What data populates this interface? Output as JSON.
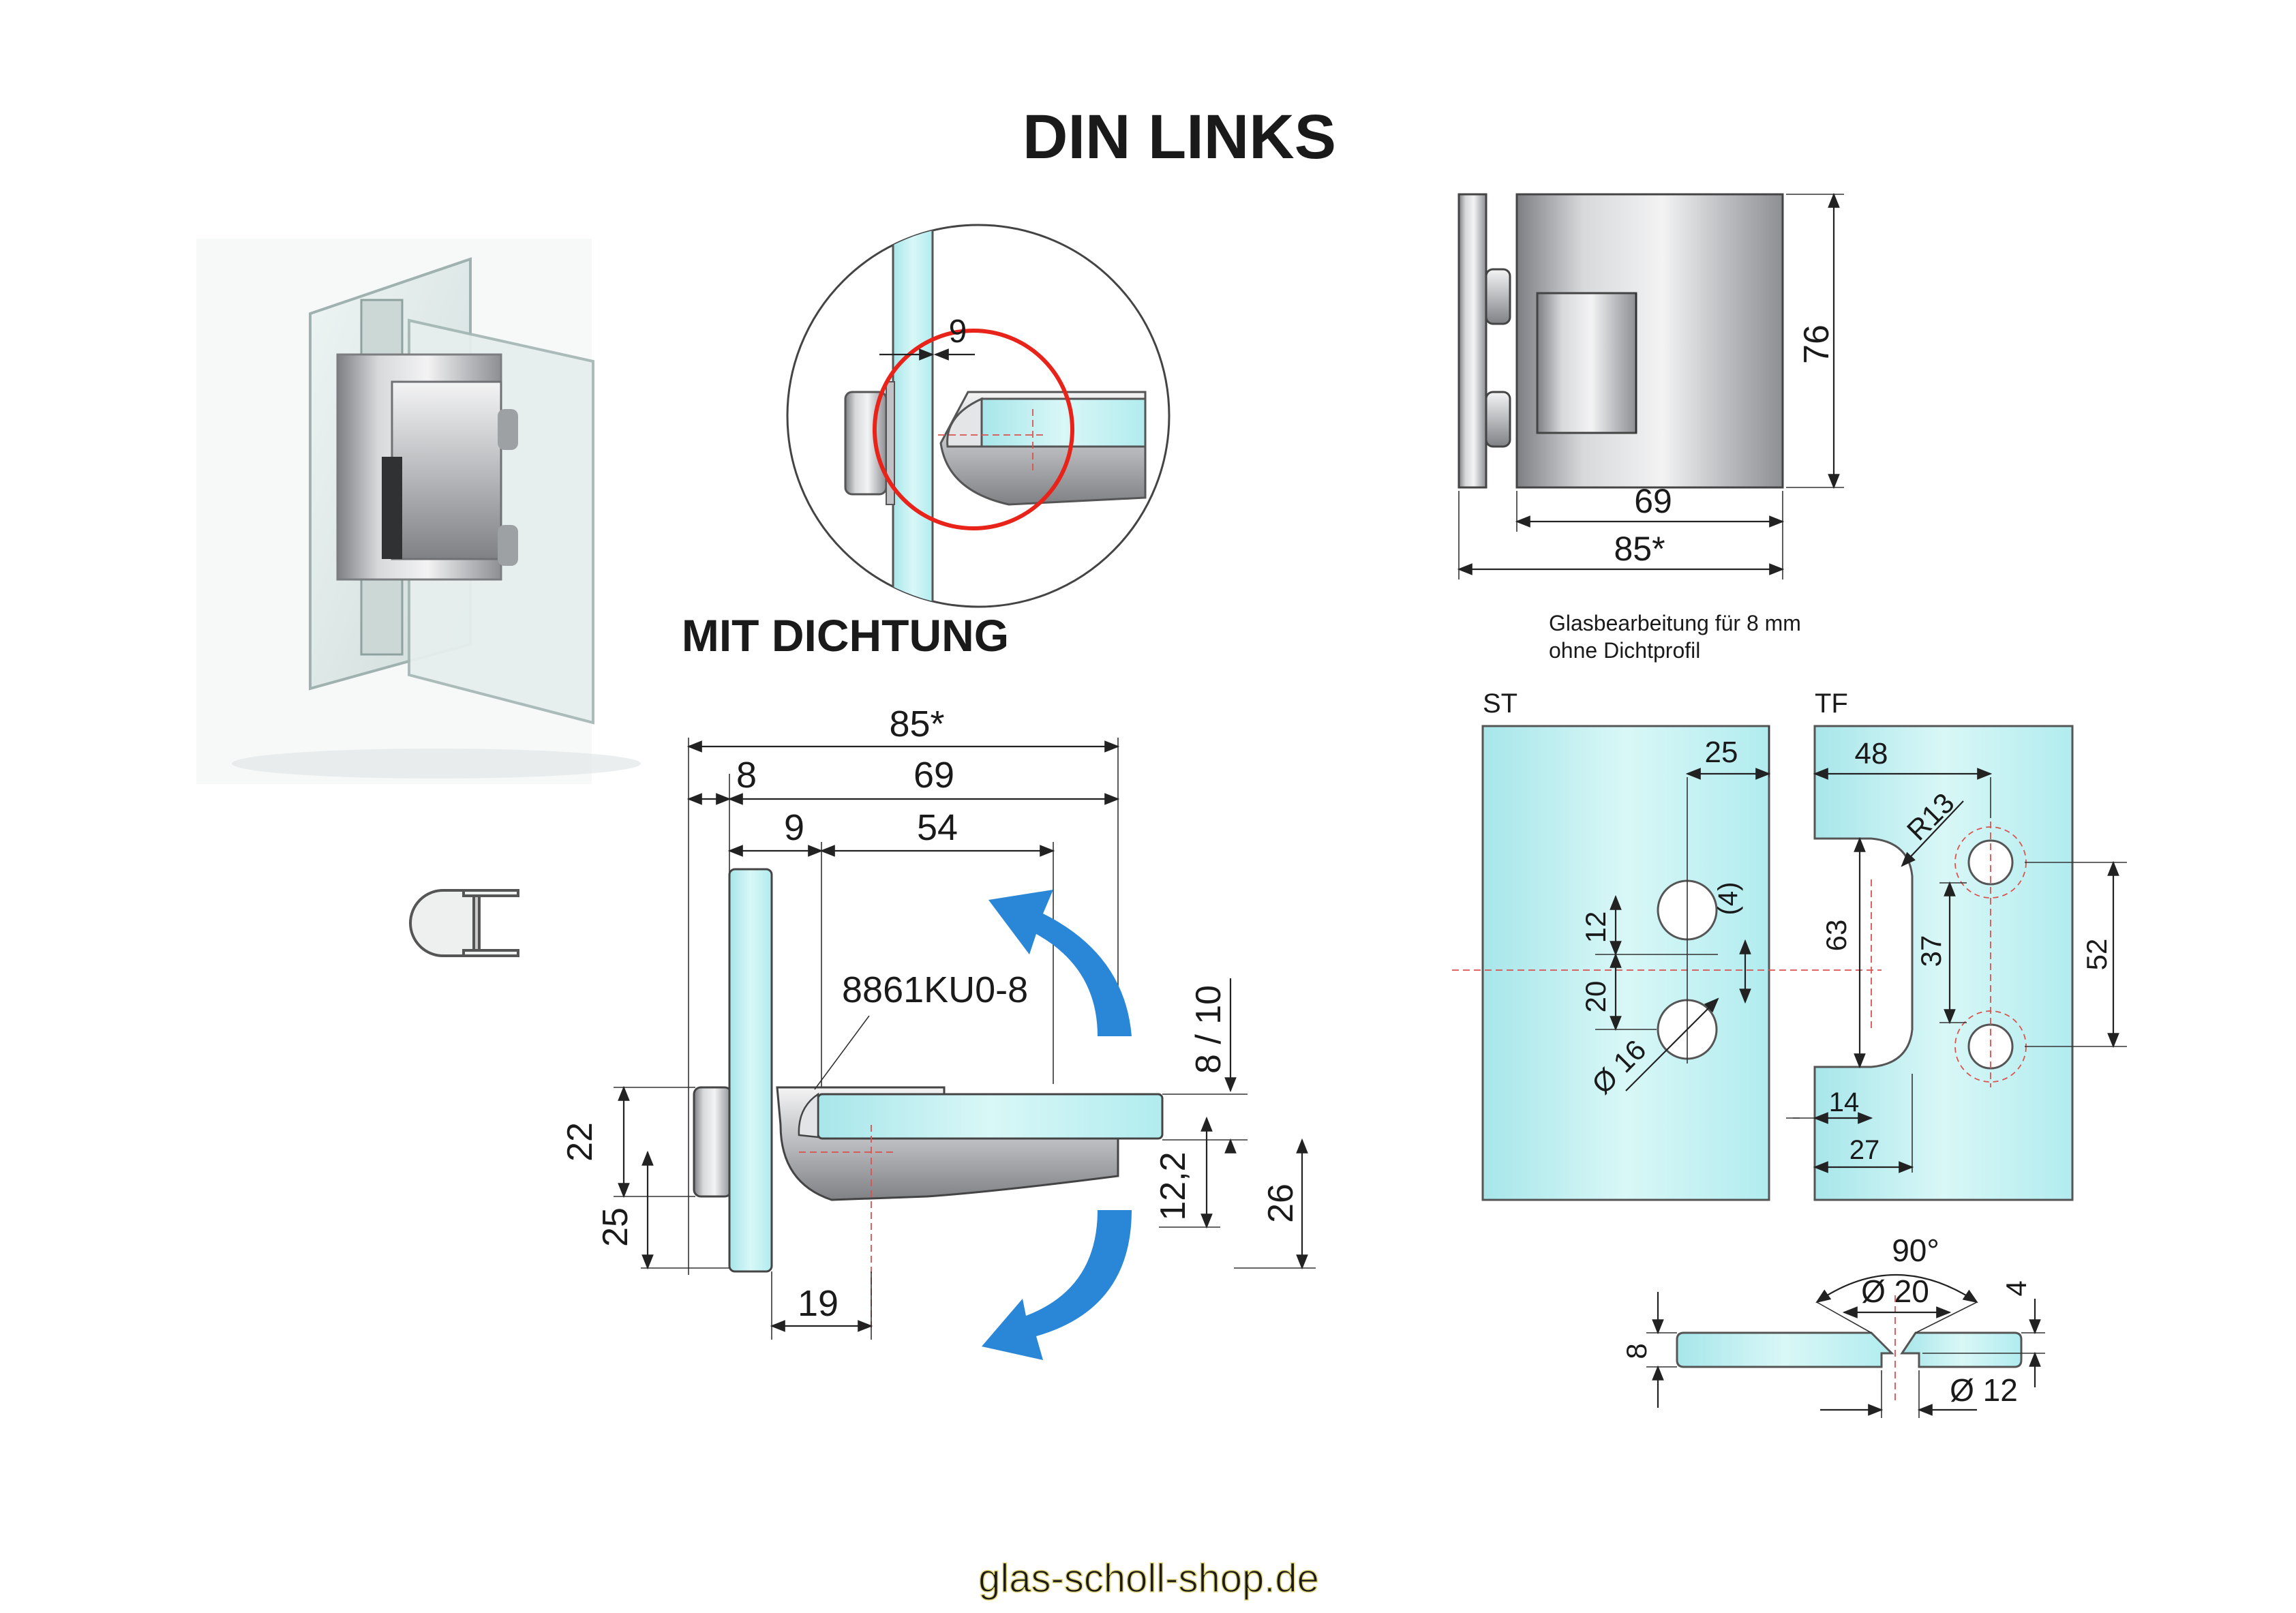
{
  "header": {
    "title": "DIN LINKS",
    "subtitle": "MIT DICHTUNG"
  },
  "side_view": {
    "height": "76",
    "width_inner": "69",
    "width_total": "85*"
  },
  "glass_note": {
    "line1": "Glasbearbeitung für 8 mm",
    "line2": "ohne Dichtprofil"
  },
  "detail_view": {
    "gap": "9"
  },
  "top_view": {
    "total": "85*",
    "plate": "8",
    "body": "69",
    "offset": "9",
    "length": "54",
    "part_number": "8861KU0-8",
    "glass_thickness": "8 / 10",
    "height_22": "22",
    "height_25": "25",
    "height_12_2": "12,2",
    "height_26": "26",
    "bottom_19": "19"
  },
  "st_panel": {
    "label": "ST",
    "dim_25": "25",
    "dim_4": "(4)",
    "dim_12": "12",
    "dim_20": "20",
    "dim_dia16": "Ø 16"
  },
  "tf_panel": {
    "label": "TF",
    "dim_48": "48",
    "dim_r13": "R13",
    "dim_63": "63",
    "dim_37": "37",
    "dim_52": "52",
    "dim_14": "14",
    "dim_27": "27"
  },
  "countersink": {
    "angle": "90°",
    "dia20": "Ø 20",
    "depth4": "4",
    "thickness8": "8",
    "dia12": "Ø 12"
  },
  "footer": {
    "watermark": "glas-scholl-shop.de"
  },
  "colors": {
    "title_red": "#e8231a",
    "glass": "#bdeff0",
    "arrow_blue": "#2a86d6",
    "steel_dark": "#8a8c90",
    "steel_light": "#e4e5e7",
    "watermark": "#f1e9a0"
  }
}
